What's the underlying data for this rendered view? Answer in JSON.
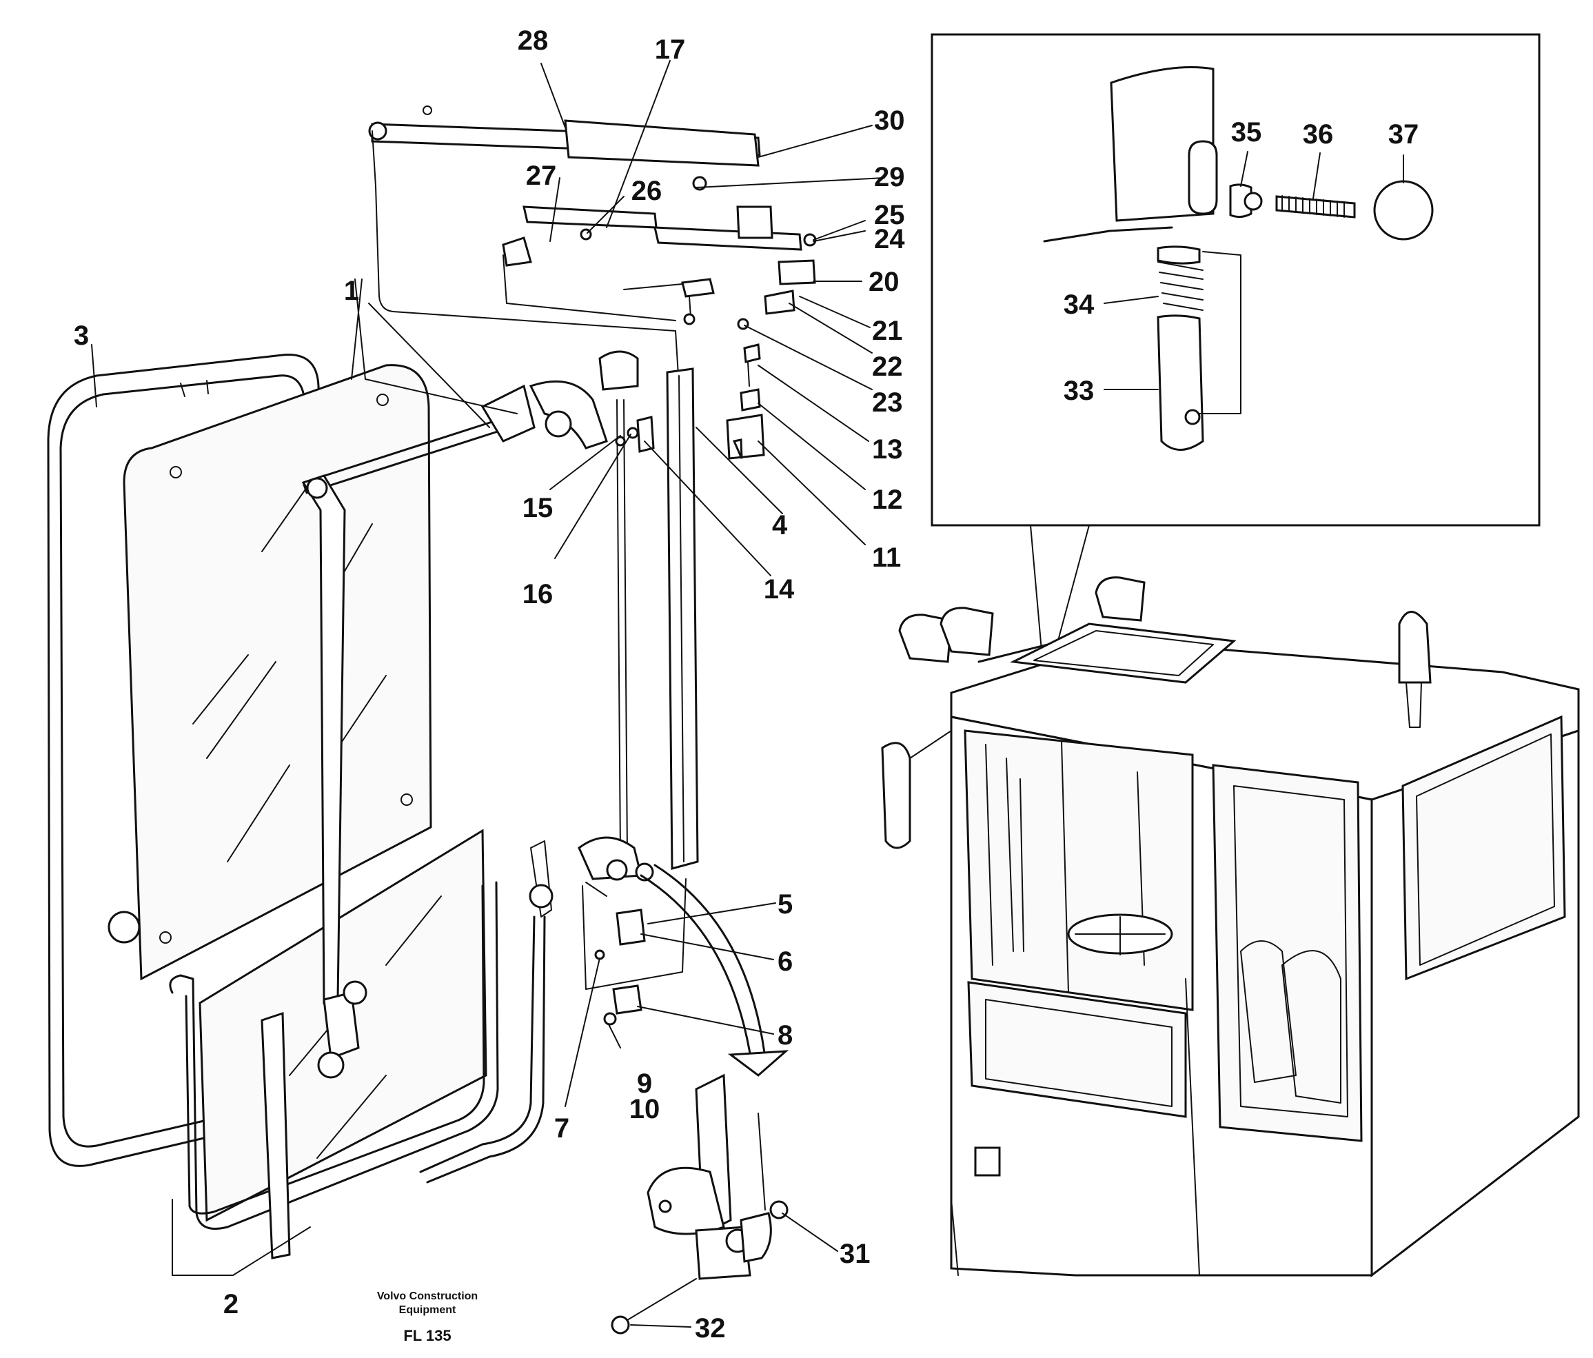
{
  "diagram": {
    "callouts": [
      "1",
      "2",
      "3",
      "4",
      "5",
      "6",
      "7",
      "8",
      "9",
      "10",
      "11",
      "12",
      "13",
      "14",
      "15",
      "16",
      "17",
      "20",
      "21",
      "22",
      "23",
      "24",
      "25",
      "26",
      "27",
      "28",
      "29",
      "30",
      "31",
      "32",
      "33",
      "34",
      "35",
      "36",
      "37"
    ],
    "caption": {
      "line1": "Volvo Construction",
      "line2": "Equipment",
      "model": "FL 135"
    }
  }
}
